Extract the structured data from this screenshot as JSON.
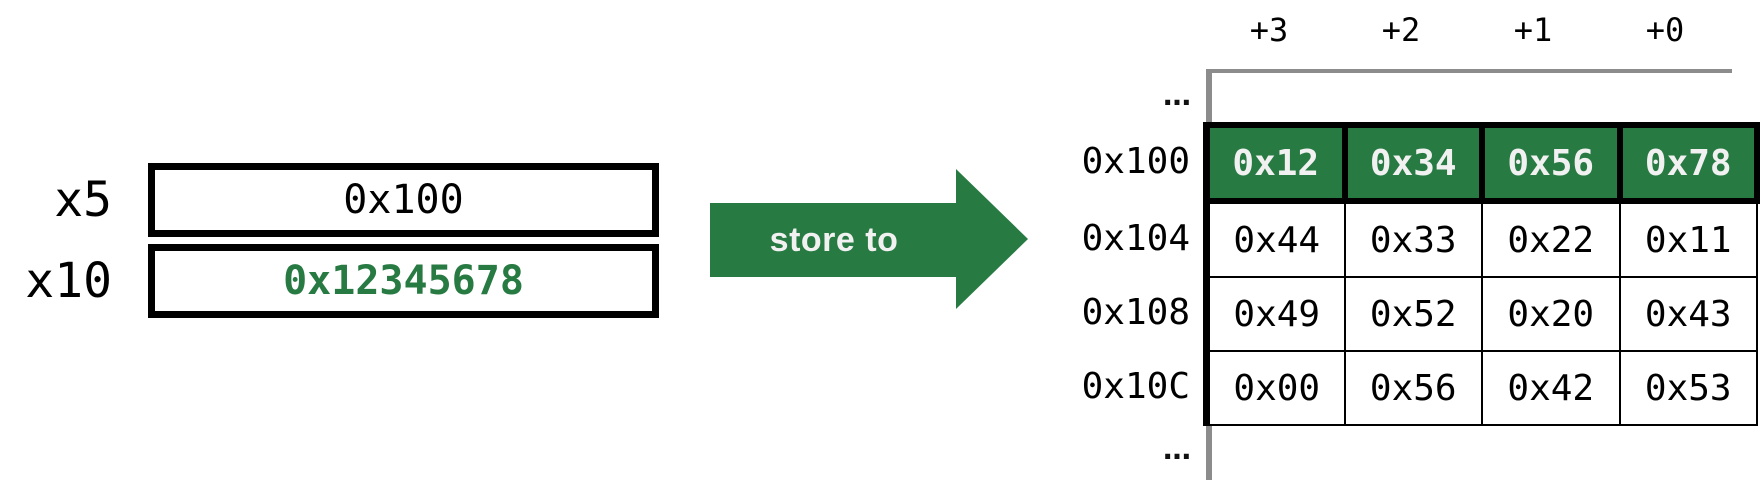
{
  "registers": [
    {
      "name": "x5",
      "value": "0x100",
      "highlighted": false
    },
    {
      "name": "x10",
      "value": "0x12345678",
      "highlighted": true
    }
  ],
  "arrow": {
    "label": "store to"
  },
  "memory": {
    "col_headers": [
      "+3",
      "+2",
      "+1",
      "+0"
    ],
    "ellipsis_top": "…",
    "ellipsis_bottom": "…",
    "rows": [
      {
        "label": "0x100",
        "cells": [
          "0x12",
          "0x34",
          "0x56",
          "0x78"
        ],
        "highlighted": true
      },
      {
        "label": "0x104",
        "cells": [
          "0x44",
          "0x33",
          "0x22",
          "0x11"
        ],
        "highlighted": false
      },
      {
        "label": "0x108",
        "cells": [
          "0x49",
          "0x52",
          "0x20",
          "0x43"
        ],
        "highlighted": false
      },
      {
        "label": "0x10C",
        "cells": [
          "0x00",
          "0x56",
          "0x42",
          "0x53"
        ],
        "highlighted": false
      }
    ]
  },
  "colors": {
    "green": "#287a43",
    "gray": "#8c8c8c"
  }
}
